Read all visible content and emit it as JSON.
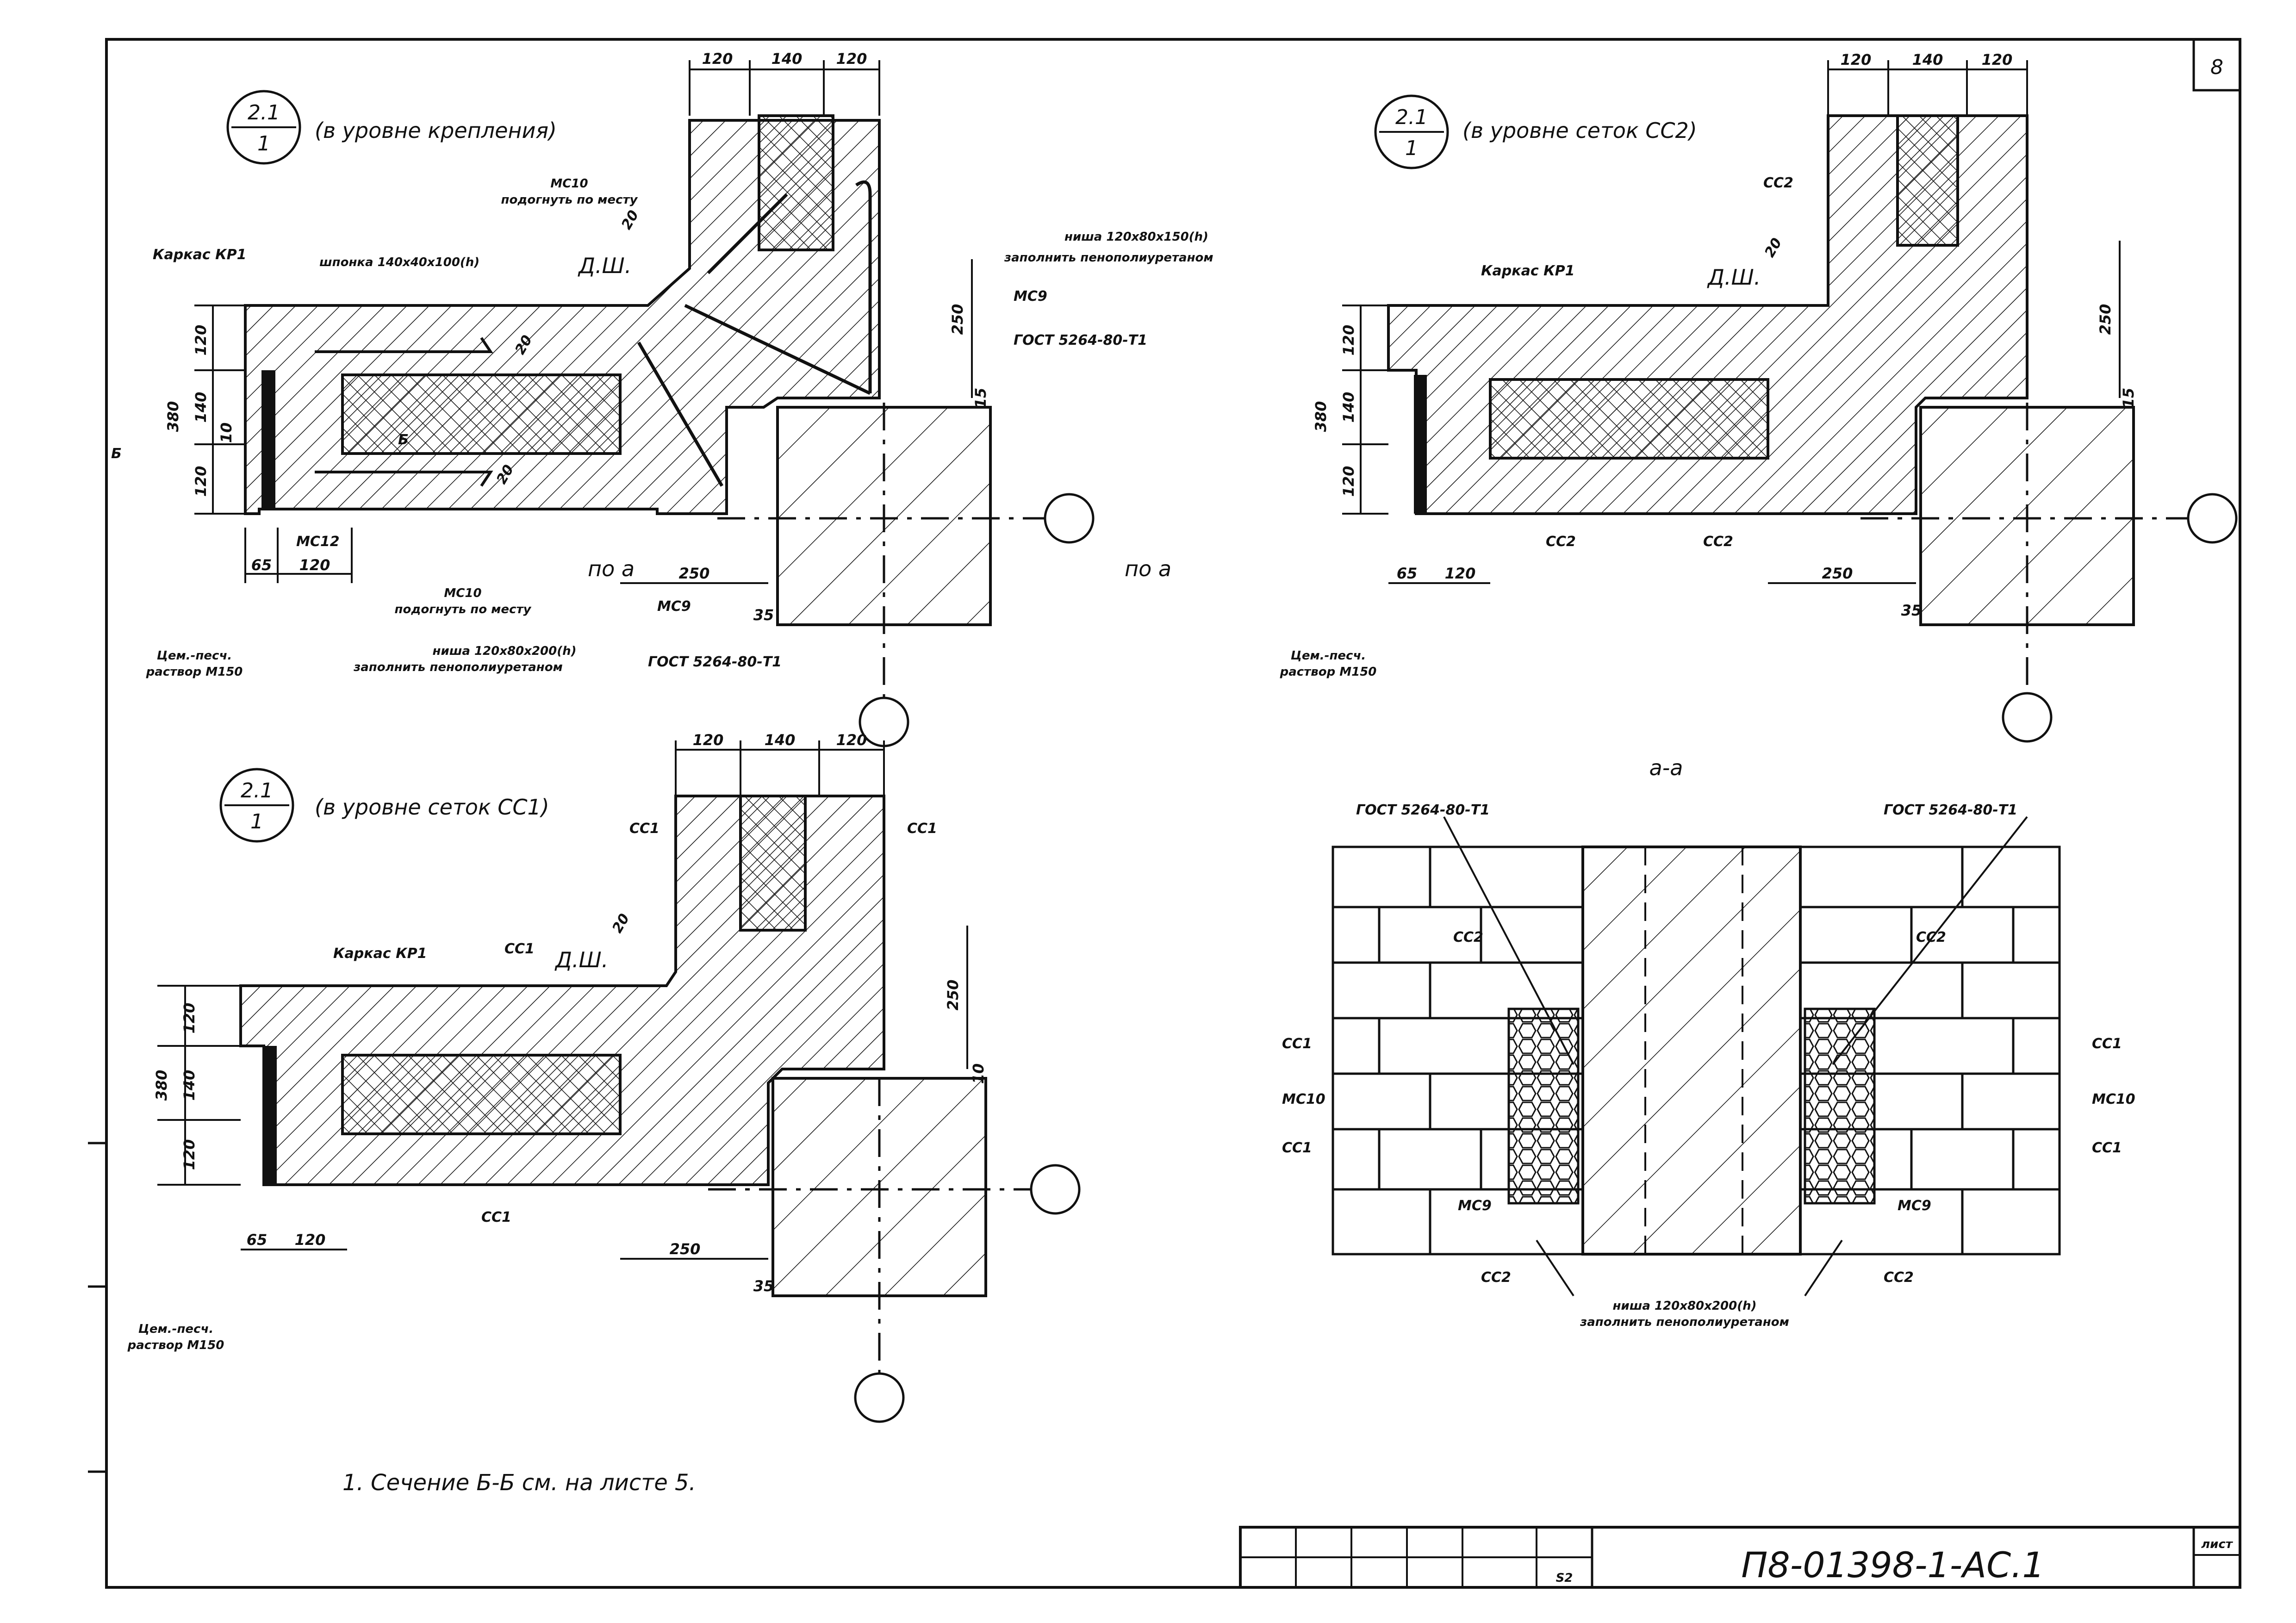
{
  "sheet": {
    "number": "8",
    "doc_code": "П8-01398-1-АС.1",
    "list_label": "лист",
    "stamp_cell": "S2",
    "note": "1. Сечение Б-Б см. на листе 5."
  },
  "views": {
    "top_left": {
      "mark_num": "2.1",
      "mark_den": "1",
      "caption": "(в уровне крепления)",
      "dims_top": [
        "120",
        "140",
        "120"
      ],
      "dims_left": [
        "120",
        "140",
        "120"
      ],
      "dim_total": "380",
      "dim_10": "10",
      "dim_65": "65",
      "dim_120b": "120",
      "dim_250v": "250",
      "dim_15": "15",
      "dim_250h": "250",
      "dim_35": "35",
      "dim_20a": "20",
      "dim_20b": "20",
      "dim_20c": "20",
      "labels": {
        "kp1": "Каркас КР1",
        "shponka": "шпонка 140х40х100(h)",
        "mc10_top": "МС10",
        "mc10_top_sub": "подогнуть по месту",
        "dsh": "Д.Ш.",
        "nisha1": "ниша 120х80х150(h)",
        "nisha1_sub": "заполнить пенополиуретаном",
        "mc9": "МС9",
        "gost1": "ГОСТ 5264-80-Т1",
        "b_left": "Б",
        "b_inner": "Б",
        "mc12": "МС12",
        "mc10_bot": "МС10",
        "mc10_bot_sub": "подогнуть по месту",
        "po_a1": "по а",
        "po_a2": "по а",
        "mc9_bot": "МС9",
        "nisha2": "ниша 120х80х200(h)",
        "nisha2_sub": "заполнить пенополиуретаном",
        "gost2": "ГОСТ 5264-80-Т1",
        "cem": "Цем.-песч.",
        "cem_sub": "раствор М150"
      }
    },
    "top_right": {
      "mark_num": "2.1",
      "mark_den": "1",
      "caption": "(в уровне сеток СС2)",
      "dims_top": [
        "120",
        "140",
        "120"
      ],
      "dims_left": [
        "120",
        "140",
        "120"
      ],
      "dim_total": "380",
      "dim_250v": "250",
      "dim_15": "15",
      "dim_65": "65",
      "dim_120b": "120",
      "dim_250h": "250",
      "dim_35": "35",
      "dim_20": "20",
      "labels": {
        "cc2_top": "СС2",
        "kp1": "Каркас КР1",
        "dsh": "Д.Ш.",
        "cc2_a": "СС2",
        "cc2_b": "СС2",
        "cem": "Цем.-песч.",
        "cem_sub": "раствор М150"
      }
    },
    "bottom_left": {
      "mark_num": "2.1",
      "mark_den": "1",
      "caption": "(в уровне сеток СС1)",
      "dims_top": [
        "120",
        "140",
        "120"
      ],
      "dims_left": [
        "120",
        "140",
        "120"
      ],
      "dim_total": "380",
      "dim_250v": "250",
      "dim_10": "10",
      "dim_65": "65",
      "dim_120b": "120",
      "dim_250h": "250",
      "dim_35": "35",
      "dim_20": "20",
      "labels": {
        "cc1_l": "СС1",
        "cc1_r": "СС1",
        "kp1": "Каркас КР1",
        "cc1_top": "СС1",
        "dsh": "Д.Ш.",
        "cc1_bot": "СС1",
        "cem": "Цем.-песч.",
        "cem_sub": "раствор М150"
      }
    },
    "section_aa": {
      "title": "а-а",
      "labels": {
        "gost_l": "ГОСТ 5264-80-Т1",
        "gost_r": "ГОСТ 5264-80-Т1",
        "cc2_l": "СС2",
        "cc2_r": "СС2",
        "cc1_l1": "СС1",
        "mc10_l": "МС10",
        "cc1_l2": "СС1",
        "mc9_l": "МС9",
        "cc2_lb": "СС2",
        "cc1_r1": "СС1",
        "mc10_r": "МС10",
        "cc1_r2": "СС1",
        "mc9_r": "МС9",
        "cc2_rb": "СС2",
        "nisha": "ниша 120х80х200(h)",
        "nisha_sub": "заполнить пенополиуретаном"
      }
    }
  },
  "colors": {
    "ink": "#111111",
    "paper": "#ffffff"
  }
}
